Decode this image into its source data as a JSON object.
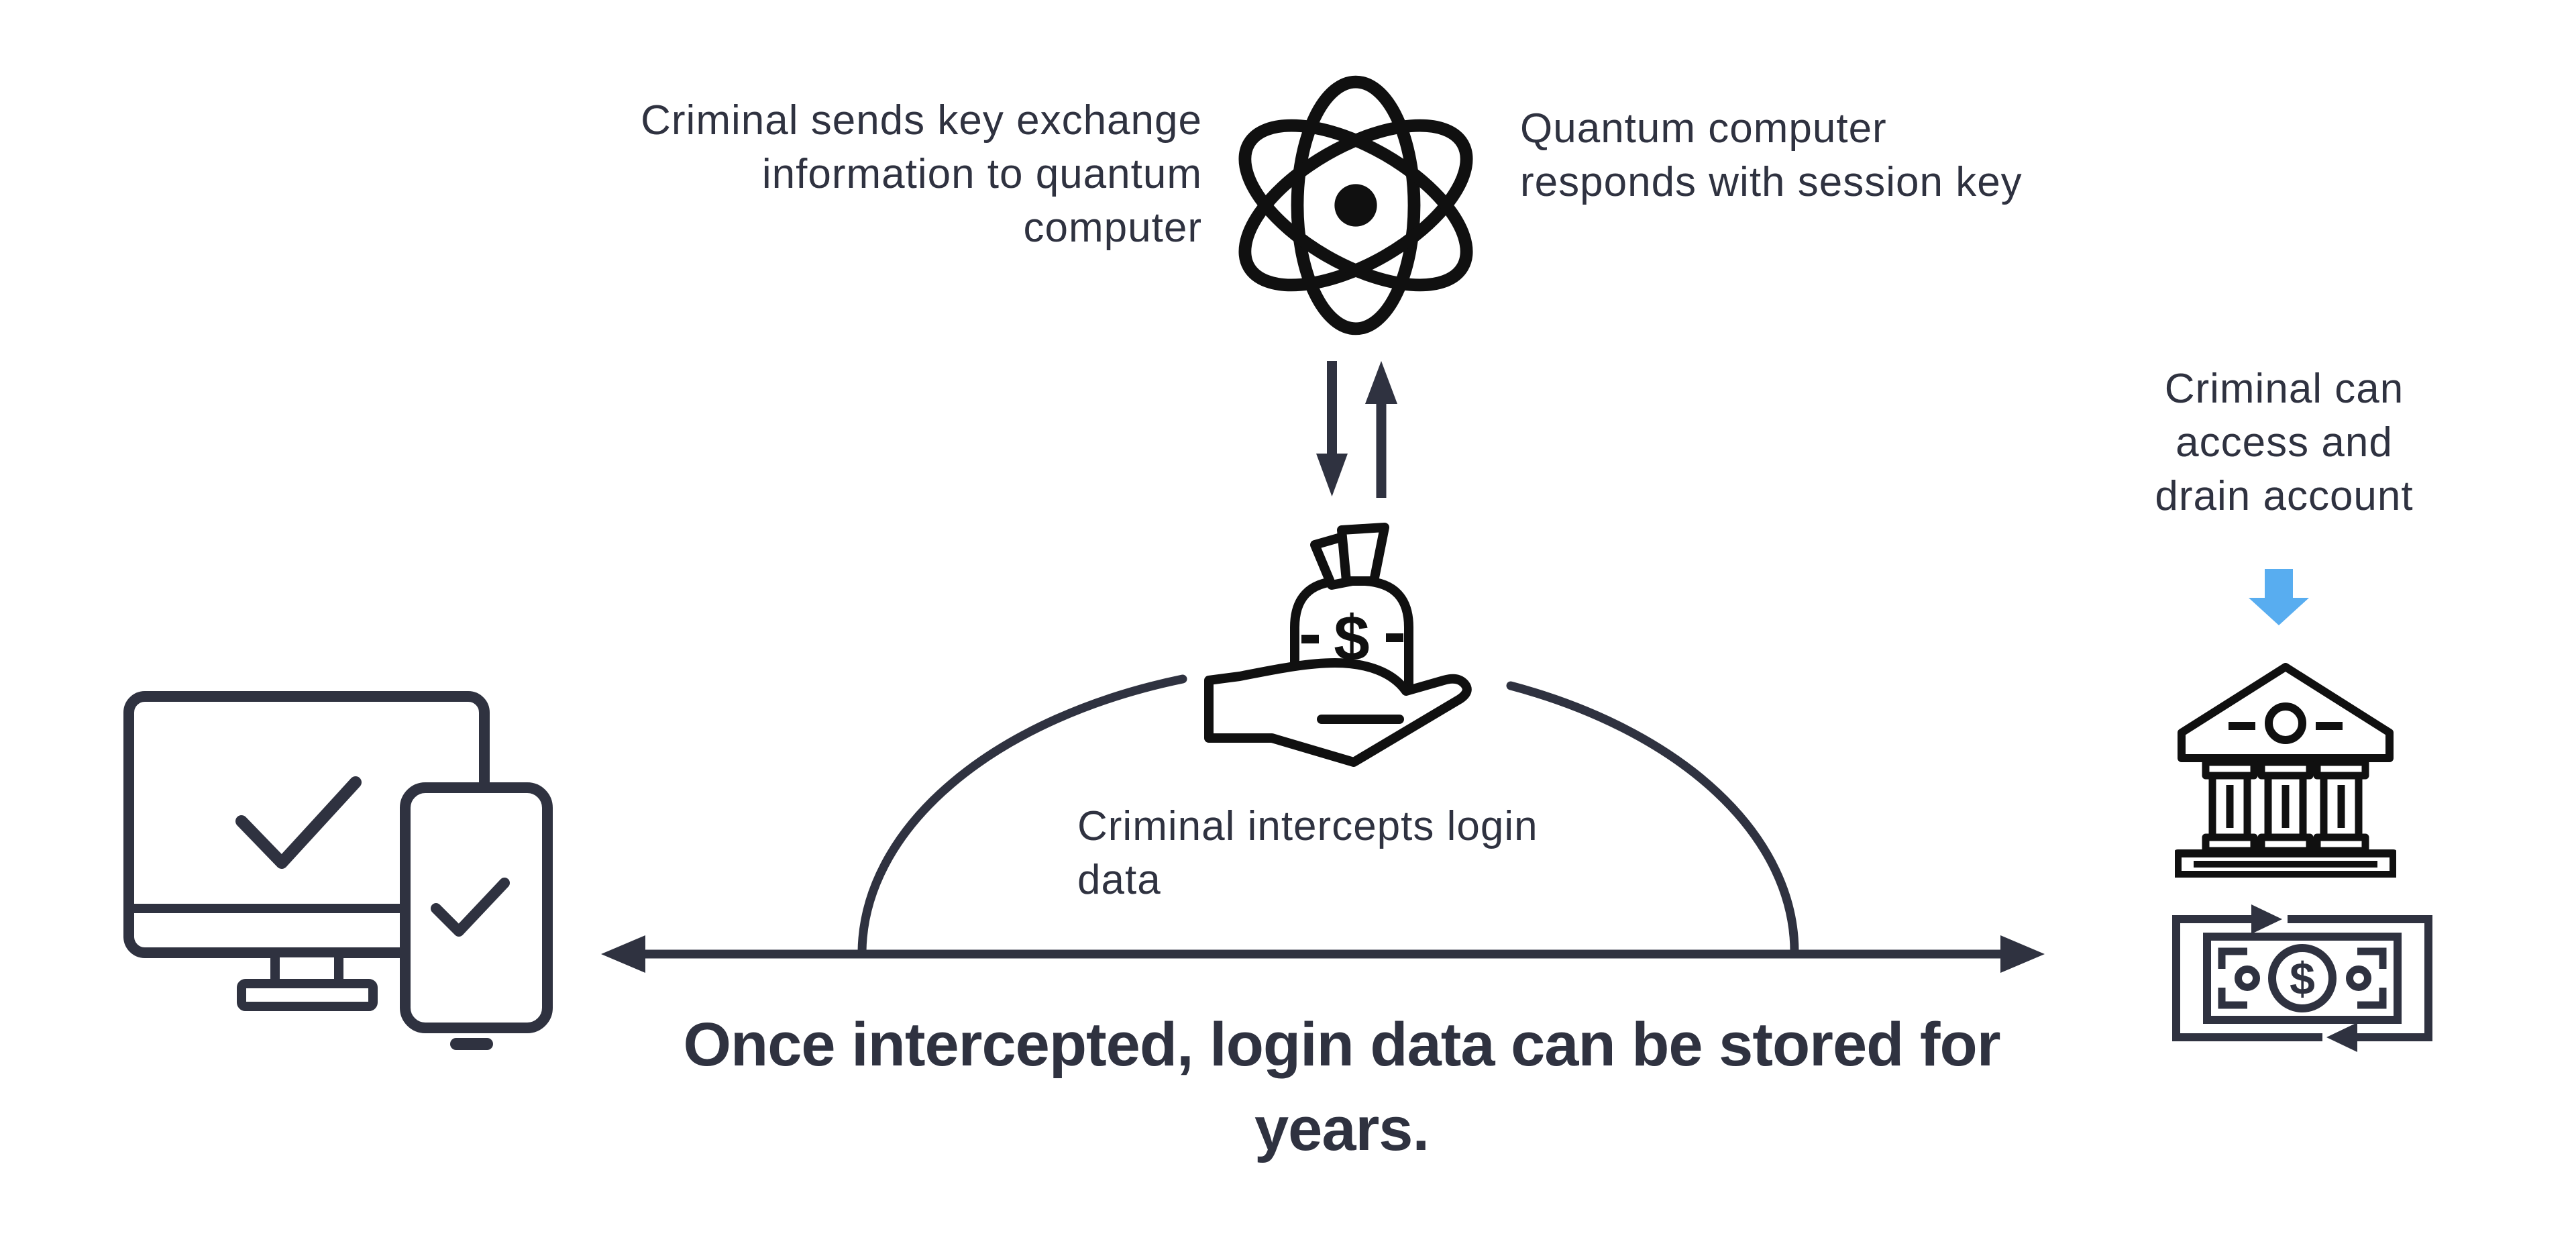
{
  "colors": {
    "ink": "#2f3240",
    "icon_black": "#101010",
    "accent_blue": "#58adf0",
    "background": "#ffffff"
  },
  "headline": "Once intercepted, login data can be stored for\nyears.",
  "annotations": {
    "send_to_quantum": "Criminal sends key exchange\ninformation to quantum\ncomputer",
    "quantum_responds": "Quantum computer\nresponds with session key",
    "intercepts_login": "Criminal intercepts login\ndata",
    "access_account": "Criminal can\naccess and\ndrain account"
  },
  "symbols": {
    "dollar": "$"
  },
  "icons": {
    "quantum_computer": "atom-icon",
    "exchange": "down-up-arrows-icon",
    "interception": "money-bag-in-hand-icon",
    "user_devices": "computer-and-phone-icon",
    "leads_to": "blue-down-arrow-icon",
    "account": "bank-icon",
    "drained_funds": "money-transfer-icon",
    "timeline": "double-headed-arrow",
    "intercept_path": "interception-arc"
  }
}
